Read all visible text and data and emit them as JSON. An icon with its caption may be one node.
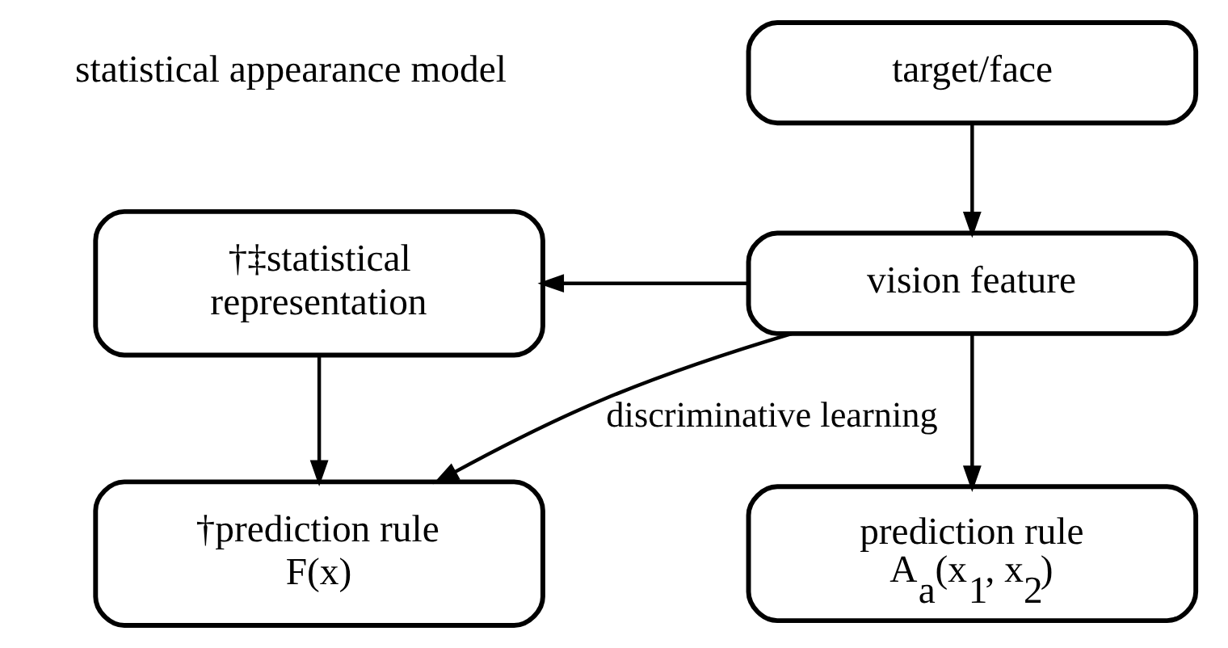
{
  "diagram": {
    "nodes": [
      {
        "text": [
          "target/face"
        ]
      },
      {
        "text": [
          "vision feature"
        ]
      },
      {
        "text": [
          "†‡statistical representation"
        ]
      },
      {
        "text": [
          "†prediction rule",
          "F(x)"
        ]
      },
      {
        "text": [
          "prediction rule",
          "A$_{a}$(x$_{1}$, x$_{2}$)"
        ]
      }
    ],
    "edges": [
      {
        "from": 0,
        "to": 1,
        "arrow": "to"
      },
      {
        "from": 1,
        "to": 2,
        "arrow": "to"
      },
      {
        "from": 2,
        "to": 3,
        "arrow": "to"
      },
      {
        "from": 1,
        "to": 3,
        "arrow": "to",
        "label": "discriminative learning"
      },
      {
        "from": 1,
        "to": 4,
        "arrow": "to"
      }
    ],
    "labels": [
      "statistical appearance model"
    ]
  }
}
